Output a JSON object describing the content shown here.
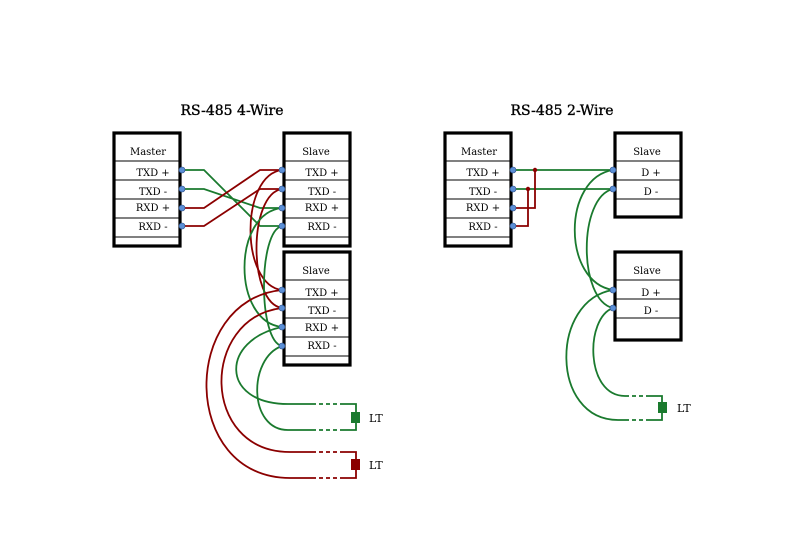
{
  "four_wire": {
    "title": "RS-485 4-Wire",
    "master": {
      "header": "Master",
      "pins": [
        "TXD +",
        "TXD  -",
        "RXD +",
        "RXD  -"
      ]
    },
    "slave1": {
      "header": "Slave",
      "pins": [
        "TXD +",
        "TXD  -",
        "RXD +",
        "RXD  -"
      ]
    },
    "slave2": {
      "header": "Slave",
      "pins": [
        "TXD +",
        "TXD  -",
        "RXD +",
        "RXD  -"
      ]
    },
    "terminators": [
      "LT",
      "LT"
    ]
  },
  "two_wire": {
    "title": "RS-485 2-Wire",
    "master": {
      "header": "Master",
      "pins": [
        "TXD +",
        "TXD  -",
        "RXD +",
        "RXD  -"
      ]
    },
    "slave1": {
      "header": "Slave",
      "pins": [
        "D +",
        "D  -"
      ]
    },
    "slave2": {
      "header": "Slave",
      "pins": [
        "D +",
        "D  -"
      ]
    },
    "terminators": [
      "LT"
    ]
  },
  "colors": {
    "tx_pair": "#1a7a2e",
    "rx_pair": "#8b0000",
    "pin_dot": "#5b8fd6"
  }
}
